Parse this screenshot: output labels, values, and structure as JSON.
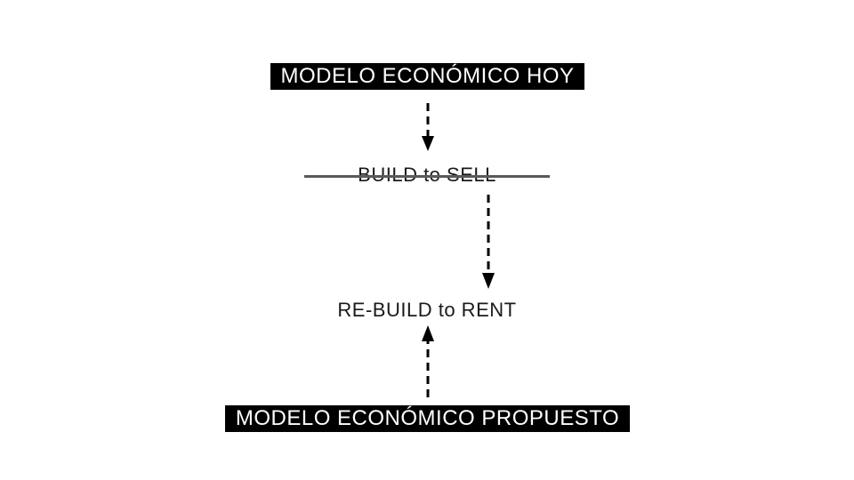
{
  "diagram": {
    "top_label": "MODELO ECONÓMICO HOY",
    "middle_crossed_label": "BUILD to SELL",
    "target_label": "RE-BUILD to RENT",
    "bottom_label": "MODELO ECONÓMICO PROPUESTO",
    "colors": {
      "label_background": "#000000",
      "label_text": "#ffffff",
      "body_text": "#1a1a1a",
      "strike": "#5a5a5a",
      "arrow": "#000000"
    }
  }
}
